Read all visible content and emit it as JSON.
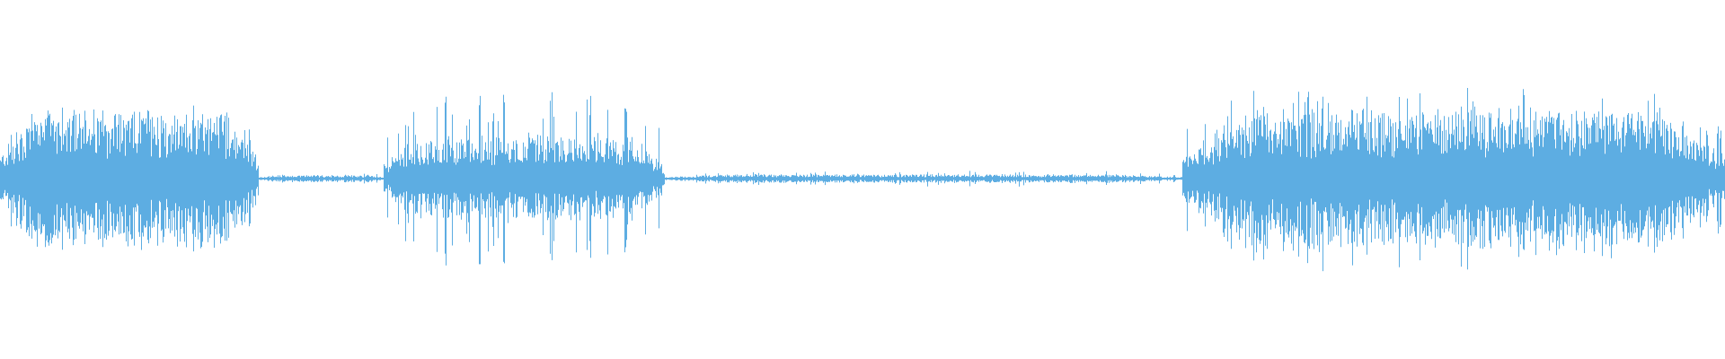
{
  "waveform": {
    "color": "#5DADE2",
    "background": "#FFFFFF",
    "segments": [
      {
        "start": 0.0,
        "end": 0.15,
        "level": 0.55,
        "burst": 0.34,
        "density": 0.8
      },
      {
        "start": 0.15,
        "end": 0.222,
        "level": 0.03,
        "burst": 0.04,
        "density": 0.2
      },
      {
        "start": 0.222,
        "end": 0.385,
        "level": 0.35,
        "burst": 0.58,
        "density": 0.55
      },
      {
        "start": 0.385,
        "end": 0.685,
        "level": 0.035,
        "burst": 0.05,
        "density": 0.25
      },
      {
        "start": 0.685,
        "end": 1.0,
        "level": 0.55,
        "burst": 0.48,
        "density": 0.85
      }
    ]
  }
}
